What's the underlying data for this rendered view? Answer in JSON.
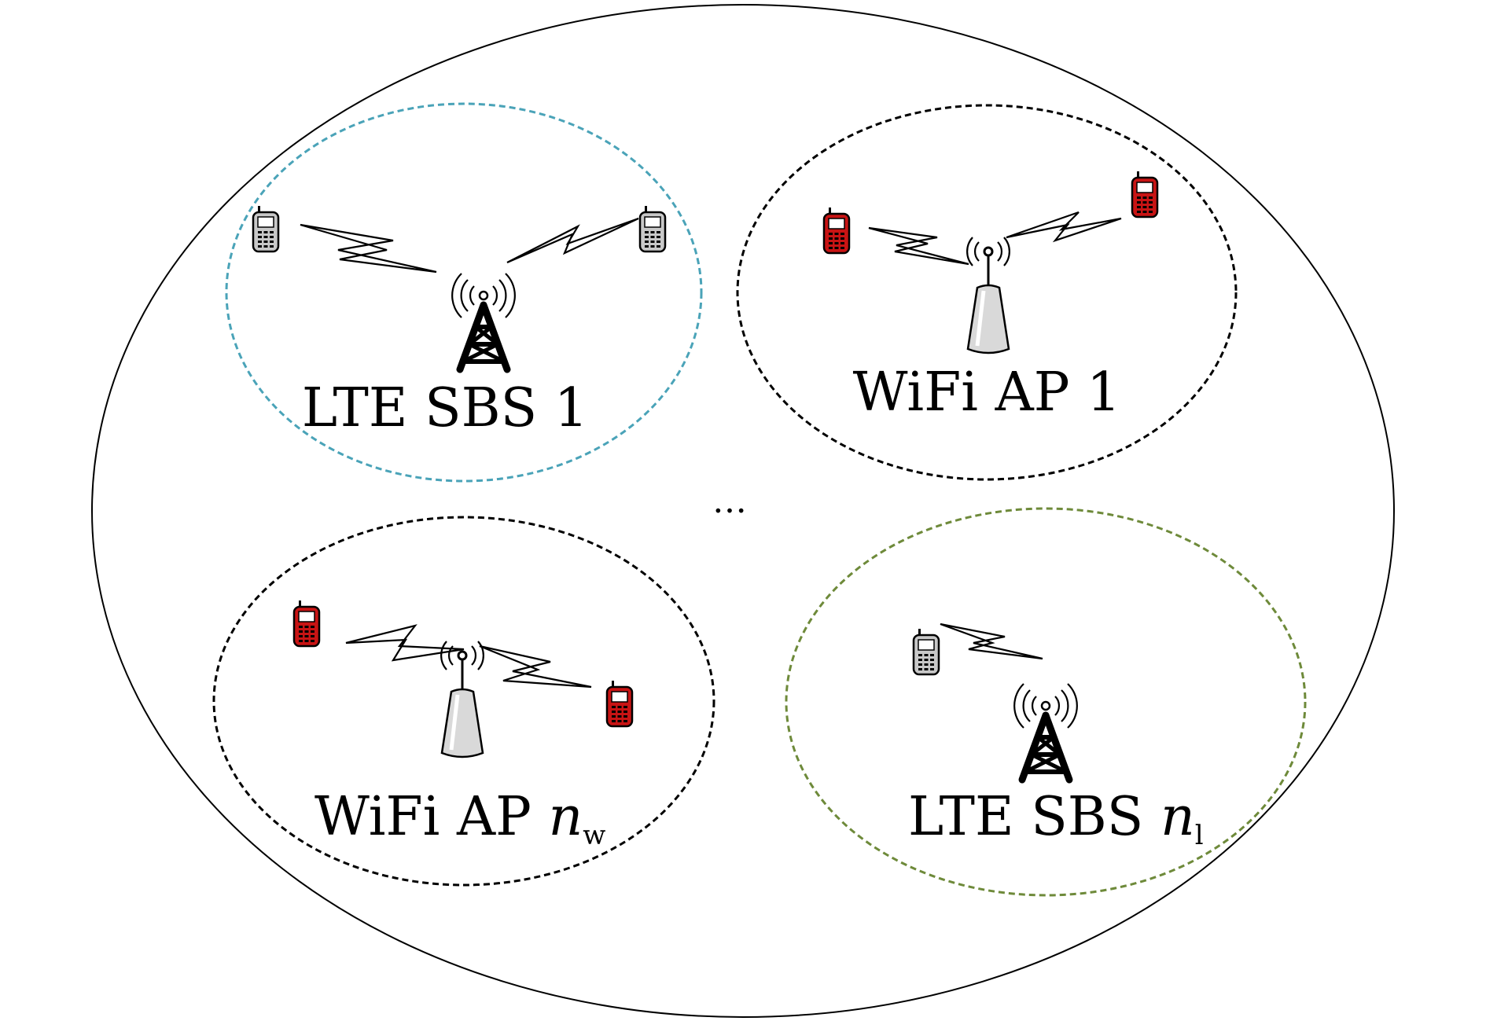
{
  "diagram": {
    "colors": {
      "outline": "#000000",
      "lte_cell_1": "#4aa3b8",
      "lte_cell_n": "#6e8a3a",
      "wifi_cell": "#000000",
      "wifi_phone": "#c81414",
      "lte_phone": "#c8c8c8"
    },
    "ellipsis": "…",
    "cells": [
      {
        "id": "lte-sbs-1",
        "label": "LTE SBS 1",
        "subscript": "",
        "kind": "lte-tower",
        "phones": 2
      },
      {
        "id": "wifi-ap-1",
        "label": "WiFi AP 1",
        "subscript": "",
        "kind": "wifi-ap",
        "phones": 2
      },
      {
        "id": "wifi-ap-nw",
        "label": "WiFi AP ",
        "math": "n",
        "subscript": "w",
        "kind": "wifi-ap",
        "phones": 2
      },
      {
        "id": "lte-sbs-nl",
        "label": "LTE SBS ",
        "math": "n",
        "subscript": "l",
        "kind": "lte-tower",
        "phones": 1
      }
    ]
  }
}
